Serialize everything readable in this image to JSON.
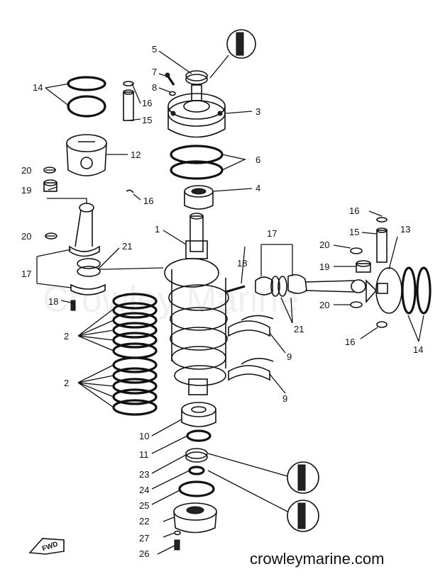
{
  "watermark": "Crowley Marine",
  "site_label": "crowleymarine.com",
  "fwd_label": "FWD",
  "callouts": {
    "c1": "1",
    "c2a": "2",
    "c2b": "2",
    "c3": "3",
    "c4": "4",
    "c5": "5",
    "c6": "6",
    "c7": "7",
    "c8": "8",
    "c9a": "9",
    "c9b": "9",
    "c10": "10",
    "c11": "11",
    "c12": "12",
    "c13": "13",
    "c14a": "14",
    "c14b": "14",
    "c15a": "15",
    "c15b": "15",
    "c16a": "16",
    "c16b": "16",
    "c16c": "16",
    "c16d": "16",
    "c17a": "17",
    "c17b": "17",
    "c18a": "18",
    "c18b": "18",
    "c19a": "19",
    "c19b": "19",
    "c20a": "20",
    "c20b": "20",
    "c20c": "20",
    "c20d": "20",
    "c21a": "21",
    "c21b": "21",
    "c22": "22",
    "c23": "23",
    "c24": "24",
    "c25": "25",
    "c26": "26",
    "c27": "27"
  }
}
